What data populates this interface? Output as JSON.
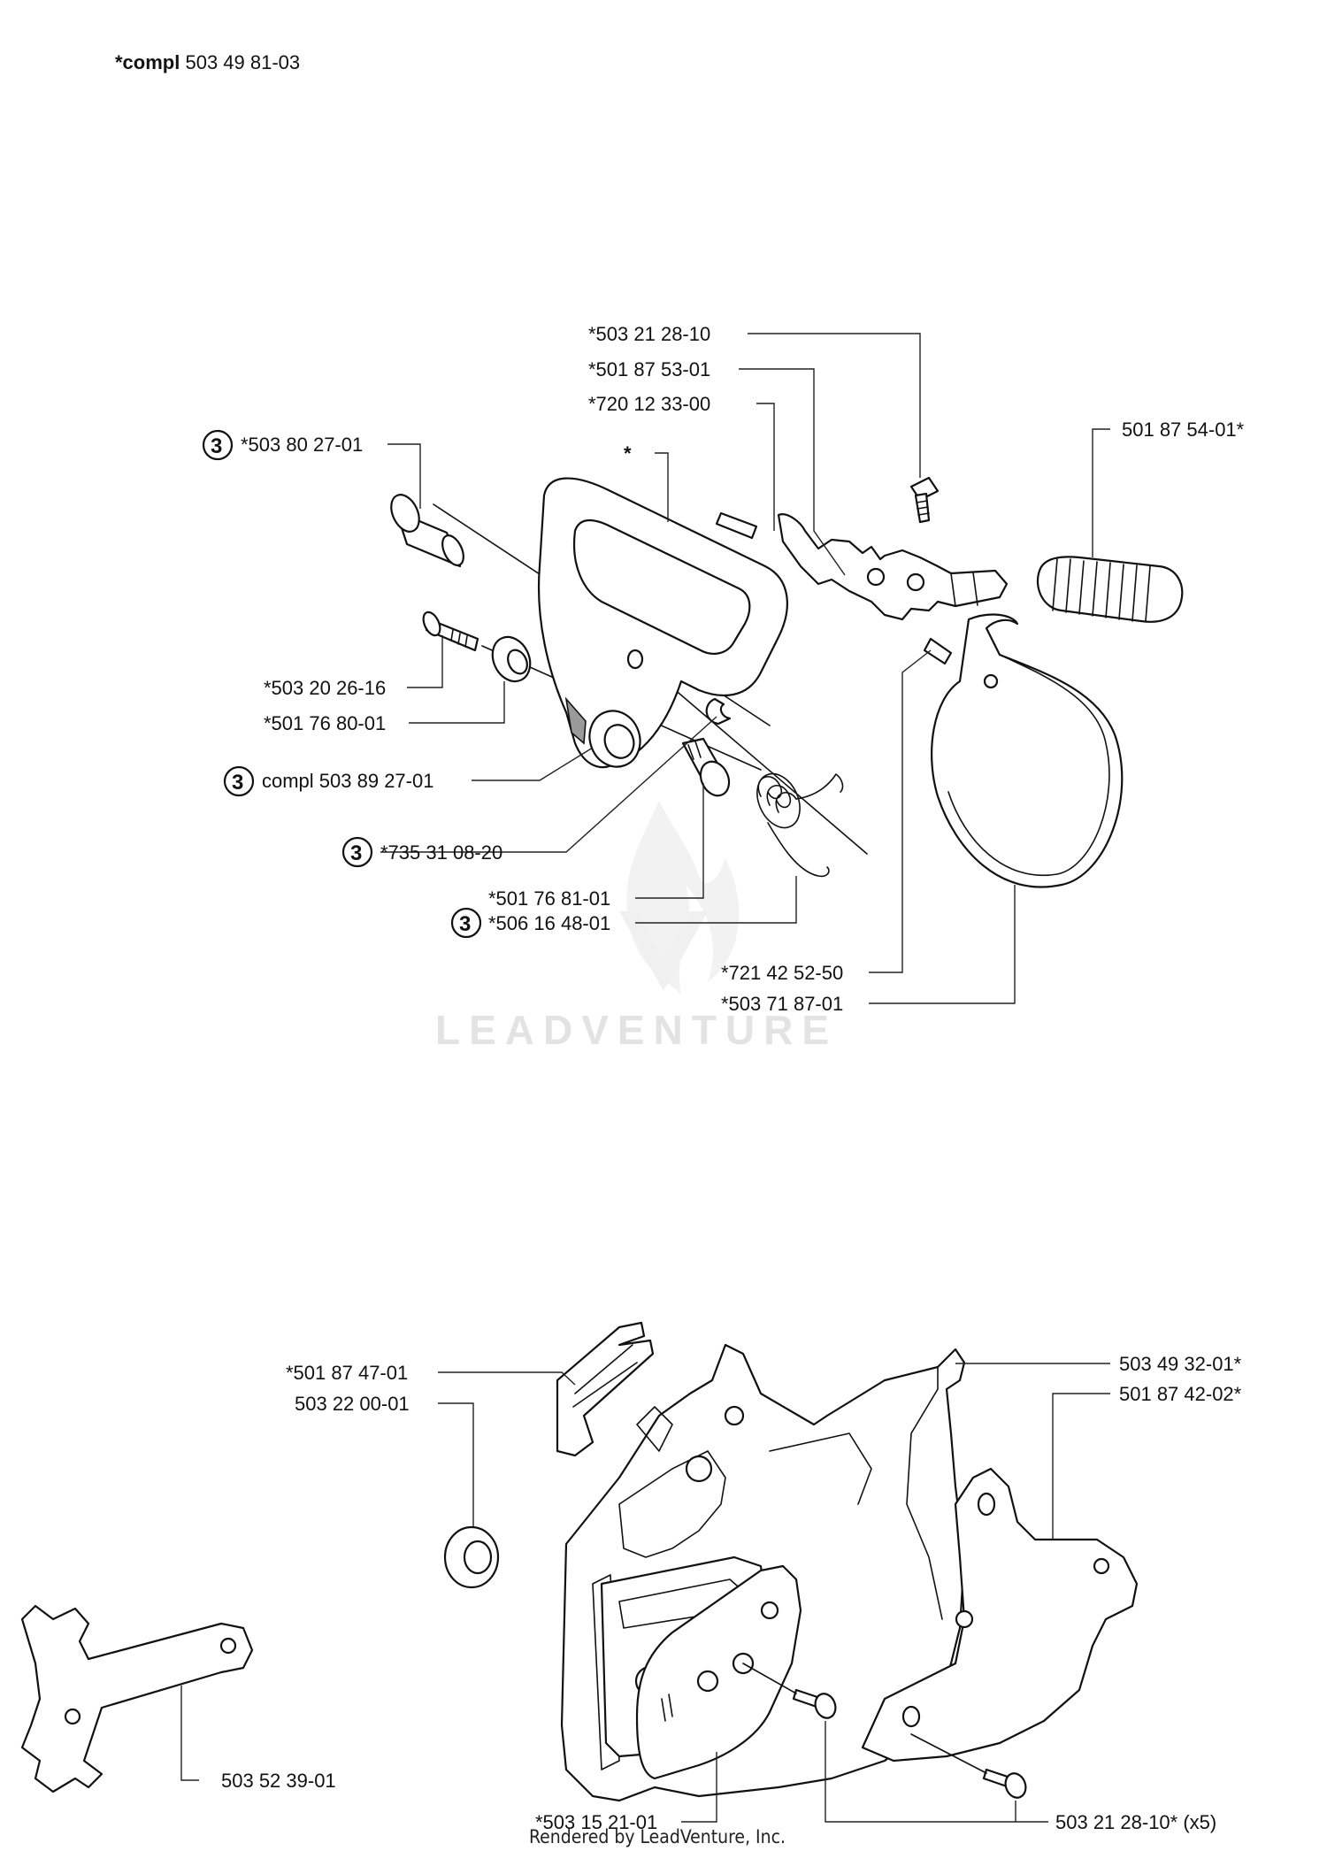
{
  "header": {
    "title_bold": "*compl",
    "title_number": " 503 49 81-03"
  },
  "badge": "3",
  "top_labels": {
    "p1": "*503 21 28-10",
    "p2": "*501 87 53-01",
    "p3": "*720 12 33-00",
    "p4": "501 87 54-01*",
    "p5": "*",
    "p6": "*503 80 27-01",
    "p7": "*503 20 26-16",
    "p8": "*501 76 80-01",
    "p9": "compl 503 89 27-01",
    "p10": "*735 31 08-20",
    "p11": "*501 76 81-01",
    "p12": "*506 16 48-01",
    "p13": "*721 42 52-50",
    "p14": "*503 71 87-01"
  },
  "bottom_labels": {
    "q1": "*501 87 47-01",
    "q2": "503 22 00-01",
    "q3": "503 49 32-01*",
    "q4": "501 87 42-02*",
    "q5": "503 52 39-01",
    "q6": "*503 15 21-01",
    "q7": "503 21 28-10* (x5)"
  },
  "watermark": "LEADVENTURE",
  "footer": "Rendered by LeadVenture, Inc."
}
